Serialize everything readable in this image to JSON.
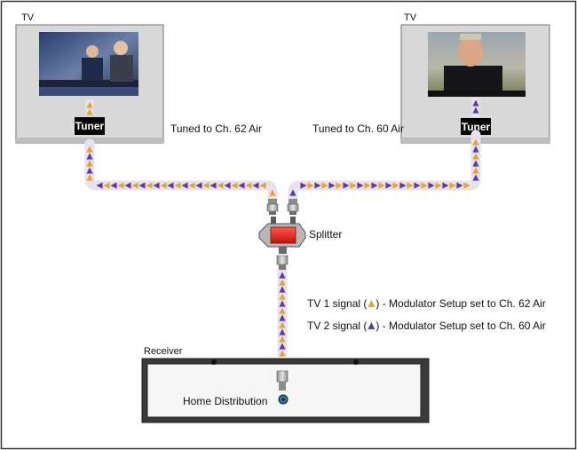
{
  "tv_left": {
    "label": "TV",
    "tuner_label": "Tuner",
    "tuned_text": "Tuned to Ch. 62 Air"
  },
  "tv_right": {
    "label": "TV",
    "tuner_label": "Tuner",
    "tuned_text": "Tuned to Ch. 60 Air"
  },
  "splitter": {
    "label": "Splitter"
  },
  "legend": {
    "tv1_prefix": "TV 1 signal (",
    "tv1_suffix": ") - Modulator Setup set to Ch. 62 Air",
    "tv2_prefix": "TV 2 signal (",
    "tv2_suffix": ") - Modulator Setup set to Ch. 60 Air"
  },
  "receiver": {
    "label": "Receiver",
    "port_label": "Home Distribution"
  },
  "colors": {
    "signal_tv1": "#e8a32a",
    "signal_tv2": "#5b3e99",
    "cable": "#e7e2ef",
    "tv_body": "#d8d8d8",
    "splitter_red": "#e02020",
    "frame": "#333333"
  }
}
